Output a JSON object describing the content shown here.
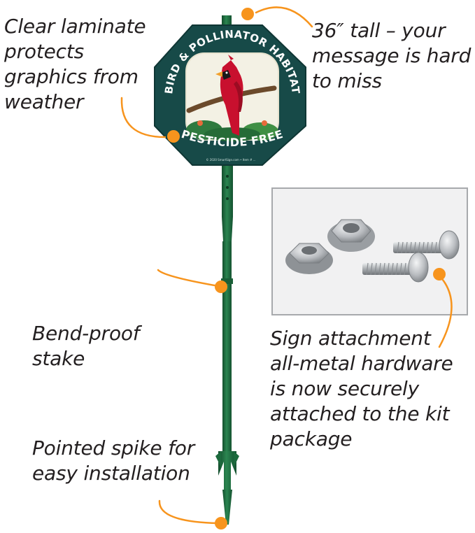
{
  "sign": {
    "top_text": "BIRD & POLLINATOR HABITAT",
    "bottom_text": "PESTICIDE FREE",
    "fine_print": "© 2020 SmartSign.com • Item # ..."
  },
  "callouts": {
    "laminate": [
      "Clear laminate",
      "protects",
      "graphics from",
      "weather"
    ],
    "tall": [
      "36″ tall – your",
      "message is hard",
      "to miss"
    ],
    "bend": [
      "Bend-proof",
      "stake"
    ],
    "spike": [
      "Pointed spike for",
      "easy installation"
    ],
    "hardware": [
      "Sign attachment",
      "all-metal hardware",
      "is now securely",
      "attached to the kit",
      "package"
    ]
  },
  "colors": {
    "sign_bg": "#174a48",
    "stake": "#1f6b3f",
    "accent_dot": "#f7941d",
    "cardinal": "#c8102e"
  }
}
